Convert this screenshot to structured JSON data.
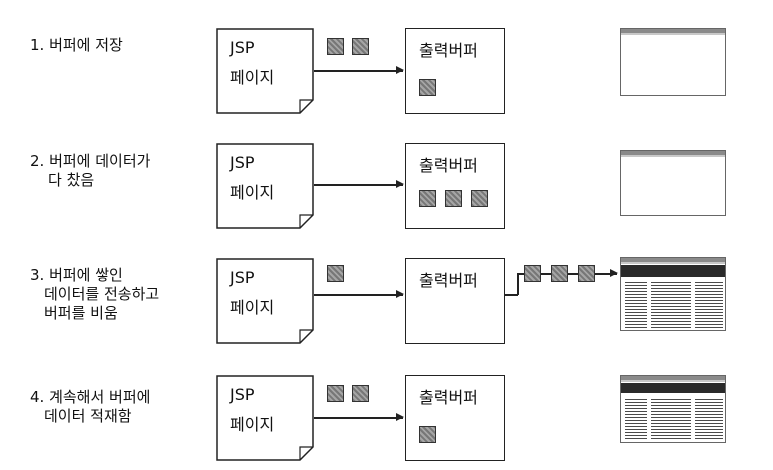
{
  "steps": [
    {
      "lines": [
        "1. 버퍼에 저장"
      ],
      "jsp": [
        "JSP",
        "페이지"
      ],
      "buffer": "출력버퍼",
      "blocks_pending": 2,
      "blocks_in_buffer": 1,
      "blocks_sent": 0,
      "browser": "empty"
    },
    {
      "lines": [
        "2. 버퍼에 데이터가",
        "다 찼음"
      ],
      "jsp": [
        "JSP",
        "페이지"
      ],
      "buffer": "출력버퍼",
      "blocks_pending": 0,
      "blocks_in_buffer": 3,
      "blocks_sent": 0,
      "browser": "empty"
    },
    {
      "lines": [
        "3. 버퍼에 쌓인",
        "데이터를 전송하고",
        "버퍼를 비움"
      ],
      "jsp": [
        "JSP",
        "페이지"
      ],
      "buffer": "출력버퍼",
      "blocks_pending": 1,
      "blocks_in_buffer": 0,
      "blocks_sent": 3,
      "browser": "filled"
    },
    {
      "lines": [
        "4. 계속해서 버퍼에",
        "데이터 적재함"
      ],
      "jsp": [
        "JSP",
        "페이지"
      ],
      "buffer": "출력버퍼",
      "blocks_pending": 2,
      "blocks_in_buffer": 1,
      "blocks_sent": 0,
      "browser": "filled"
    }
  ]
}
